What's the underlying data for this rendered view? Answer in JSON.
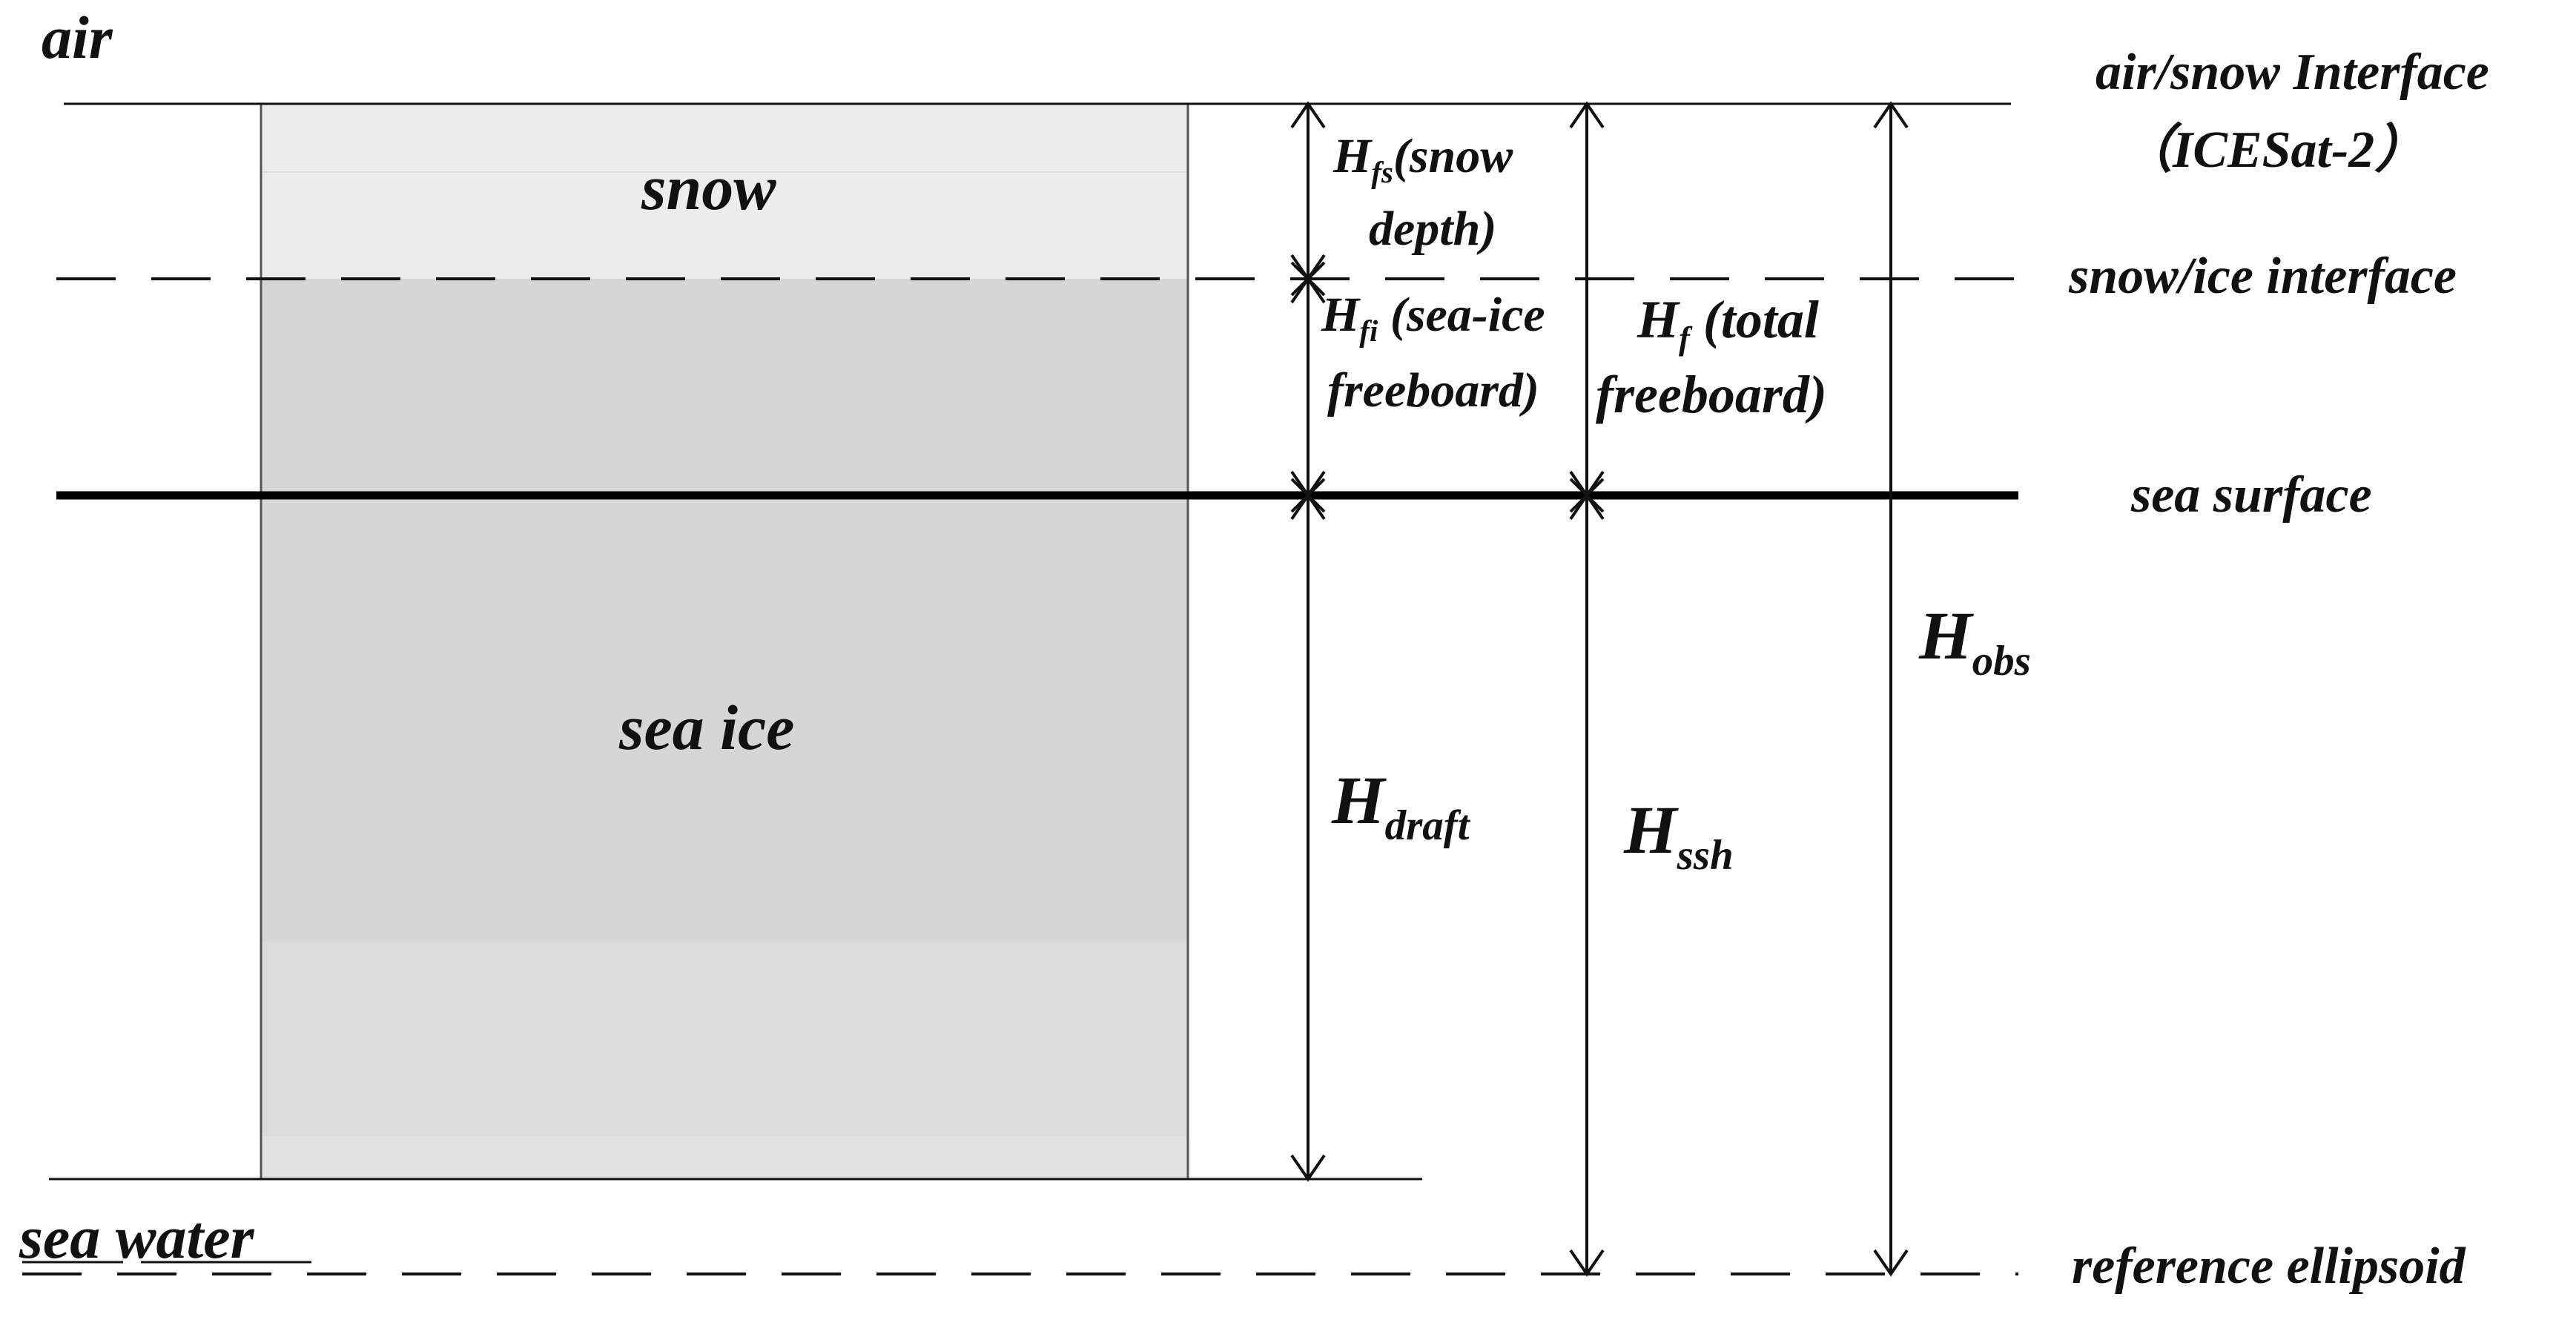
{
  "labels": {
    "air": "air",
    "snow": "snow",
    "sea_ice": "sea ice",
    "sea_water": "sea water",
    "air_snow_interface_1": "air/snow Interface",
    "air_snow_interface_2": "（ICESat-2）",
    "snow_ice_interface": "snow/ice interface",
    "sea_surface": "sea surface",
    "reference_ellipsoid": "reference ellipsoid"
  },
  "quantities": {
    "hfs": {
      "symbol": "H",
      "sub": "fs",
      "text_1": "(snow",
      "text_2": "depth)"
    },
    "hfi": {
      "symbol": "H",
      "sub": "fi",
      "text_1": " (sea-ice",
      "text_2": "freeboard)"
    },
    "hf": {
      "symbol": "H",
      "sub": "f",
      "text_1": " (total",
      "text_2": "freeboard)"
    },
    "hdraft": {
      "symbol": "H",
      "sub": "draft"
    },
    "hssh": {
      "symbol": "H",
      "sub": "ssh"
    },
    "hobs": {
      "symbol": "H",
      "sub": "obs"
    }
  },
  "colors": {
    "line": "#111111",
    "snow_fill": "#ececec",
    "ice_fill": "#d6d6d6",
    "ice_lower_fill": "#dcdcdc",
    "ice_bottom_fill": "#e2e2e2"
  }
}
